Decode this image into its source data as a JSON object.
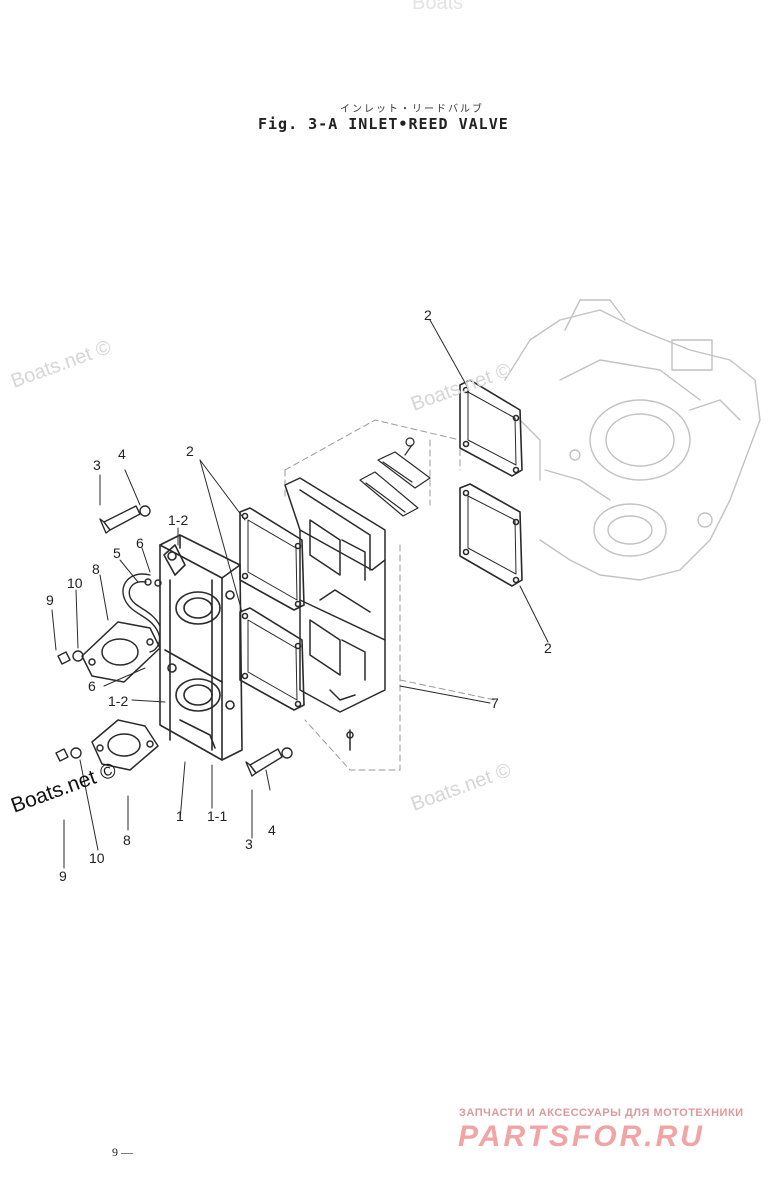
{
  "header": {
    "jp_title": "インレット・リードバルブ",
    "title": "Fig. 3-A   INLET•REED VALVE"
  },
  "callouts": [
    {
      "id": "c-2-top",
      "text": "2"
    },
    {
      "id": "c-2-mid",
      "text": "2"
    },
    {
      "id": "c-2-right",
      "text": "2"
    },
    {
      "id": "c-3-top",
      "text": "3"
    },
    {
      "id": "c-4-top",
      "text": "4"
    },
    {
      "id": "c-1-2-top",
      "text": "1-2"
    },
    {
      "id": "c-5",
      "text": "5"
    },
    {
      "id": "c-6-top",
      "text": "6"
    },
    {
      "id": "c-8-top",
      "text": "8"
    },
    {
      "id": "c-10-top",
      "text": "10"
    },
    {
      "id": "c-9-top",
      "text": "9"
    },
    {
      "id": "c-6-low",
      "text": "6"
    },
    {
      "id": "c-1-2-low",
      "text": "1-2"
    },
    {
      "id": "c-7",
      "text": "7"
    },
    {
      "id": "c-4-low",
      "text": "4"
    },
    {
      "id": "c-3-low",
      "text": "3"
    },
    {
      "id": "c-1-1",
      "text": "1-1"
    },
    {
      "id": "c-1",
      "text": "1"
    },
    {
      "id": "c-8-low",
      "text": "8"
    },
    {
      "id": "c-10-low",
      "text": "10"
    },
    {
      "id": "c-9-low",
      "text": "9"
    }
  ],
  "watermarks": {
    "boats_1": "Boats.net ©",
    "boats_2": "Boats.net ©",
    "boats_3": "Boats.net ©",
    "boats_dark": "Boats.net ©",
    "boats_top": "Boats"
  },
  "store": {
    "tagline": "ЗАПЧАСТИ И АКСЕССУАРЫ ДЛЯ МОТОТЕХНИКИ",
    "logo": "PARTSFOR.RU"
  },
  "footer": {
    "page_number": "9 —"
  },
  "colors": {
    "line": "#2a2a2a",
    "ghost_line": "#c8c8c8",
    "watermark": "#d6d6d6",
    "store": "#f2a3a3"
  }
}
